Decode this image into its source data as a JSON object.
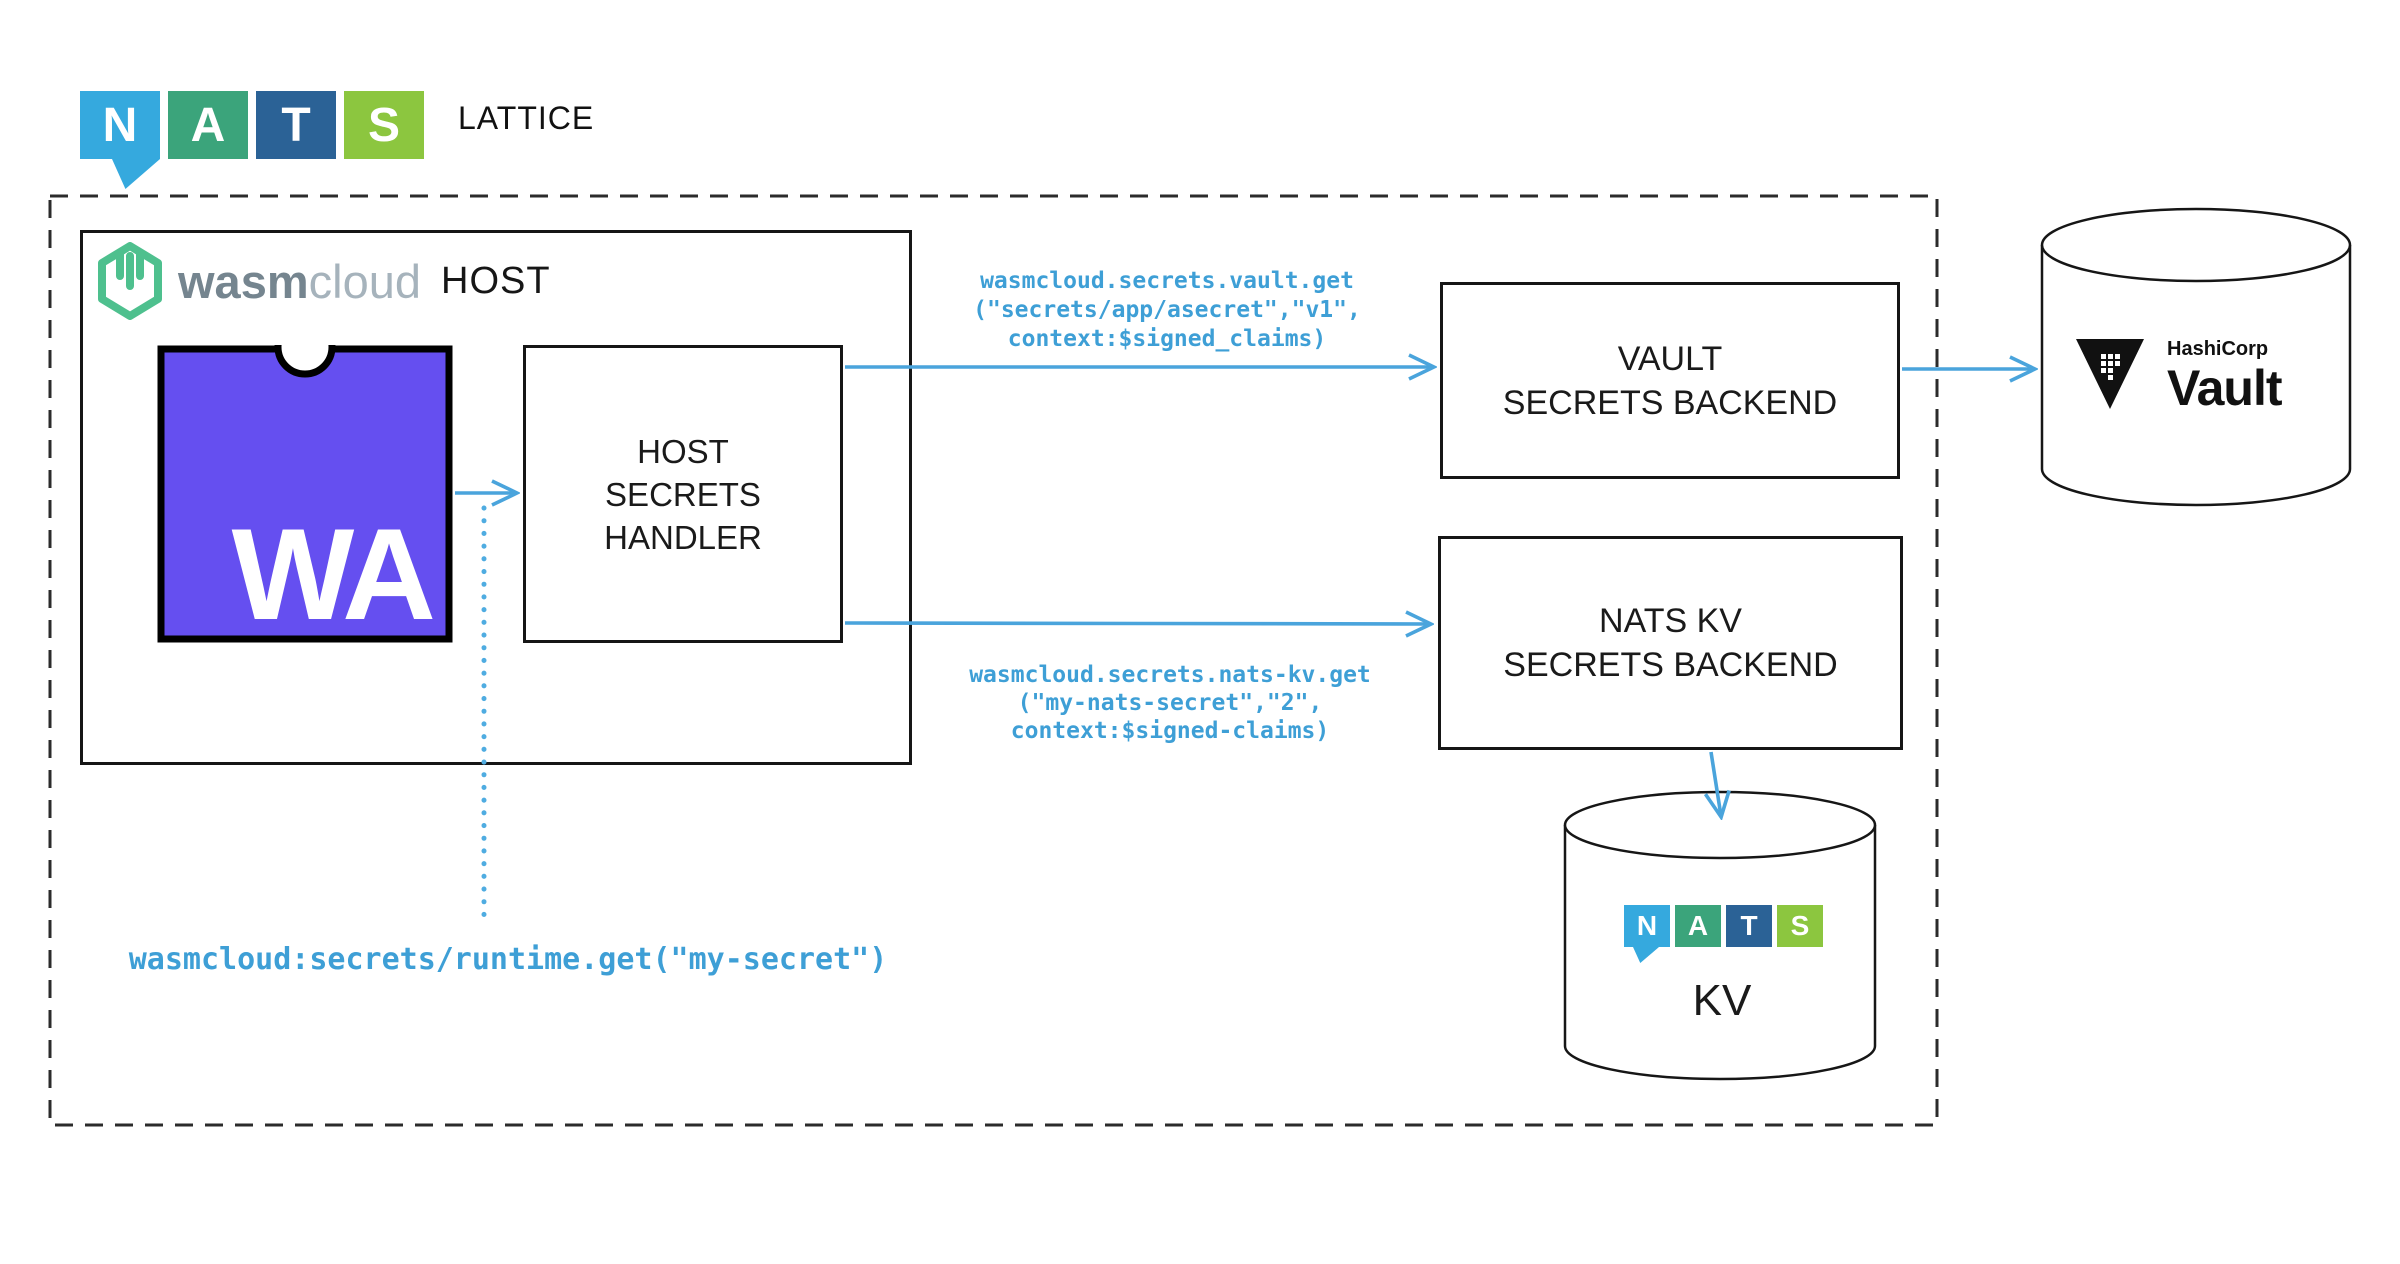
{
  "nats_letters": [
    "N",
    "A",
    "T",
    "S"
  ],
  "header": {
    "lattice_label": "LATTICE"
  },
  "host": {
    "brand_wasm": "wasm",
    "brand_cloud": "cloud",
    "host_label": "HOST",
    "wa_label": "WA"
  },
  "handler": {
    "lines": [
      "HOST",
      "SECRETS",
      "HANDLER"
    ]
  },
  "backends": {
    "vault": {
      "lines": [
        "VAULT",
        "SECRETS BACKEND"
      ]
    },
    "nats_kv": {
      "lines": [
        "NATS KV",
        "SECRETS BACKEND"
      ]
    }
  },
  "calls": {
    "vault": [
      "wasmcloud.secrets.vault.get",
      "(\"secrets/app/asecret\",\"v1\",",
      "context:$signed_claims)"
    ],
    "nats_kv": [
      "wasmcloud.secrets.nats-kv.get",
      "(\"my-nats-secret\",\"2\",",
      "context:$signed-claims)"
    ],
    "runtime": "wasmcloud:secrets/runtime.get(\"my-secret\")"
  },
  "vault_store": {
    "brand": "HashiCorp",
    "name": "Vault"
  },
  "kv_store": {
    "label": "KV"
  },
  "icons": [
    "nats-logo",
    "wasmcloud-hexagon-icon",
    "webassembly-tile",
    "hashicorp-vault-triangle-icon",
    "database-cylinder"
  ],
  "colors": {
    "arrow_blue": "#4AA4DC",
    "code_blue": "#3E9FD6",
    "wasm_purple": "#654FF0",
    "wasmcloud_green": "#4EC08E",
    "nats_n_blue": "#35A9DE",
    "nats_a_green": "#3BA47B",
    "nats_t_blue": "#2B6296",
    "nats_s_lime": "#8CC63F",
    "line_black": "#161616"
  }
}
